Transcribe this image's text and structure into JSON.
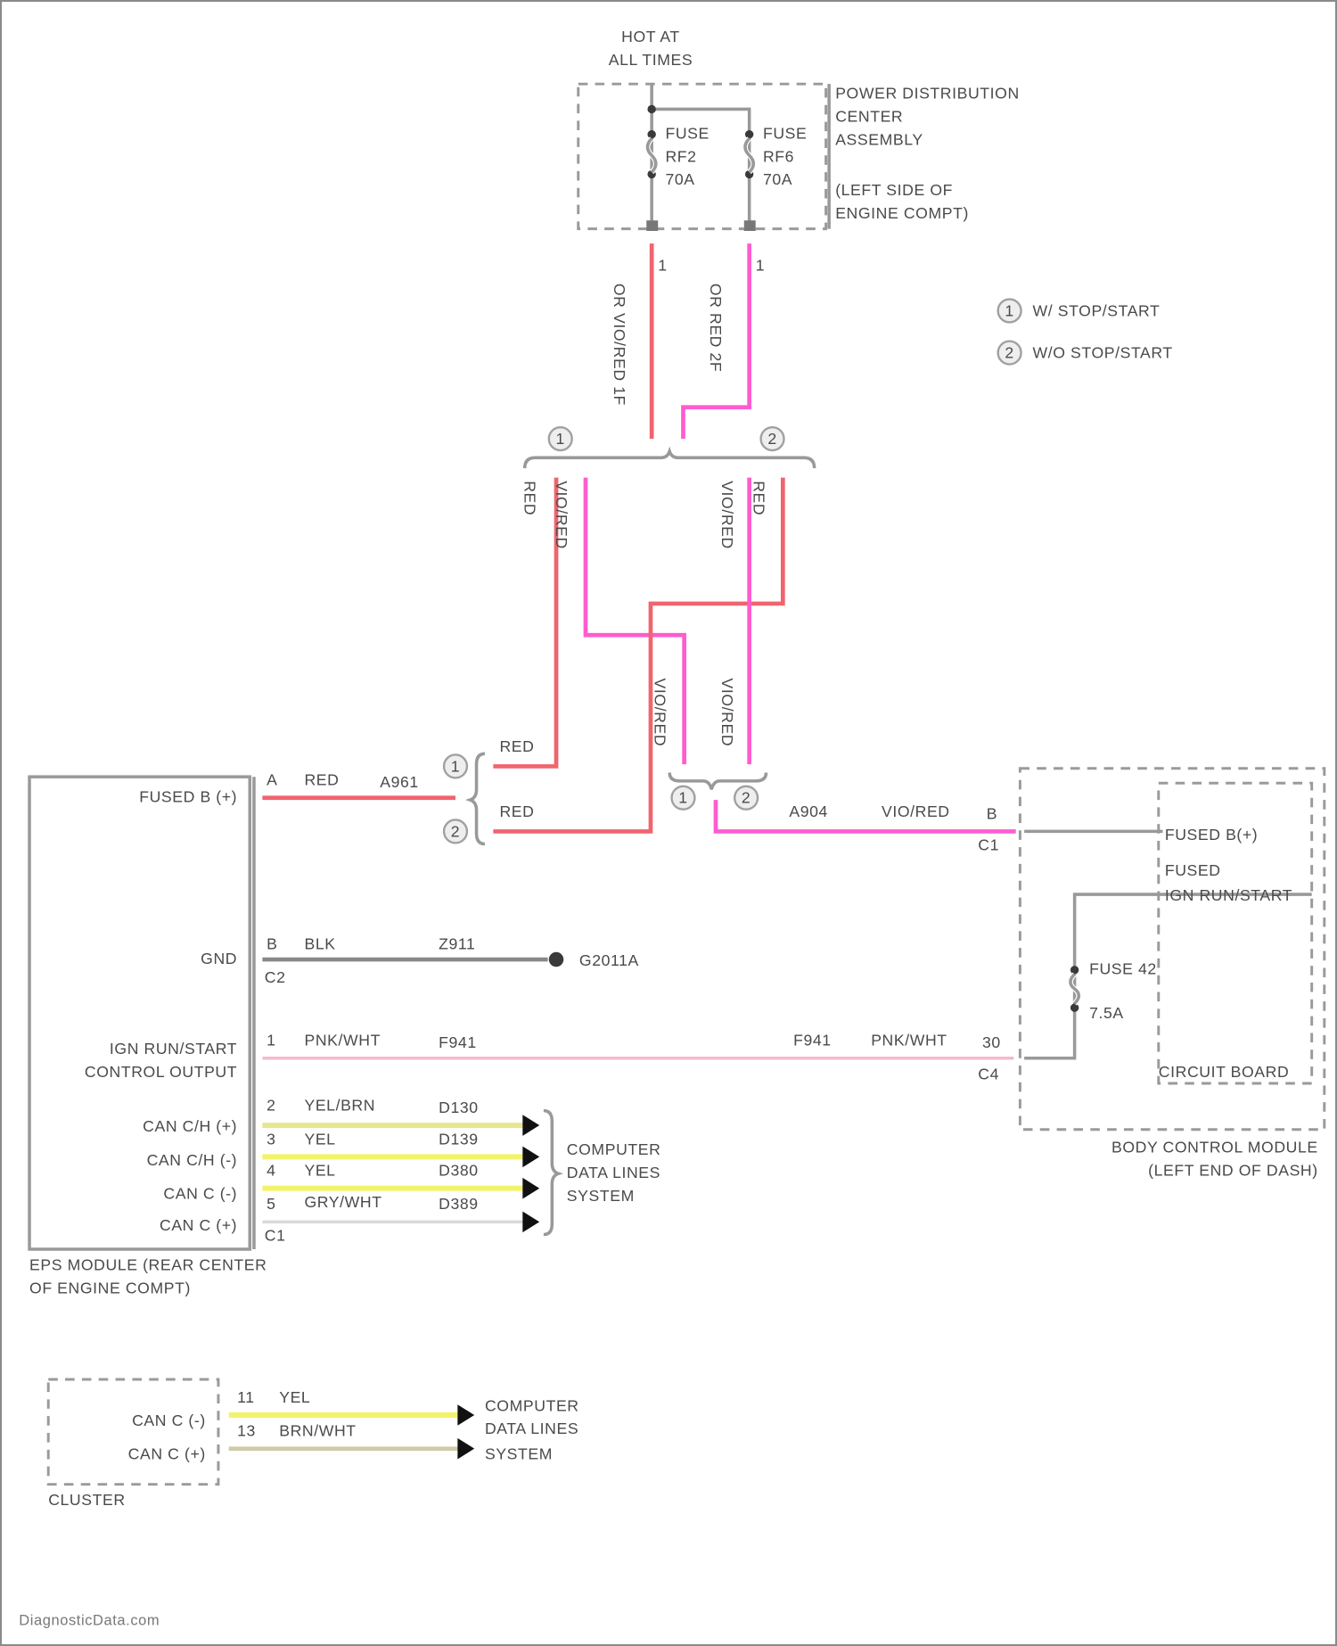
{
  "diagram": {
    "power_source": "HOT AT ALL TIMES",
    "power_source_lines": [
      "HOT AT",
      "ALL TIMES"
    ],
    "pdc": {
      "label_lines": [
        "POWER DISTRIBUTION",
        "CENTER",
        "ASSEMBLY",
        "(LEFT SIDE OF",
        "ENGINE COMPT)"
      ],
      "fuses": [
        {
          "lines": [
            "FUSE",
            "RF2",
            "70A"
          ],
          "pin": "1"
        },
        {
          "lines": [
            "FUSE",
            "RF6",
            "70A"
          ],
          "pin": "1"
        }
      ]
    },
    "legend": [
      {
        "symbol": "1",
        "label": "W/ STOP/START"
      },
      {
        "symbol": "2",
        "label": "W/O STOP/START"
      }
    ],
    "upper_wires": [
      {
        "color": "RED",
        "label": "OR VIO/RED 1F"
      },
      {
        "color": "VIO/RED",
        "label": "OR RED 2F"
      }
    ],
    "mid_wire_labels": [
      "RED",
      "VIO/RED",
      "VIO/RED",
      "RED",
      "VIO/RED",
      "VIO/RED"
    ],
    "eps_module": {
      "label_lines": [
        "EPS MODULE (REAR CENTER",
        "OF ENGINE COMPT)"
      ],
      "pins": [
        {
          "name": "FUSED B (+)",
          "pin": "A",
          "color": "RED",
          "circuit": "A961",
          "connector": ""
        },
        {
          "name": "GND",
          "pin": "B",
          "color": "BLK",
          "circuit": "Z911",
          "connector": "C2"
        },
        {
          "name_lines": [
            "IGN RUN/START",
            "CONTROL OUTPUT"
          ],
          "pin": "1",
          "color": "PNK/WHT",
          "circuit": "F941"
        },
        {
          "name": "CAN C/H (+)",
          "pin": "2",
          "color": "YEL/BRN",
          "circuit": "D130"
        },
        {
          "name": "CAN C/H (-)",
          "pin": "3",
          "color": "YEL",
          "circuit": "D139"
        },
        {
          "name": "CAN C (-)",
          "pin": "4",
          "color": "YEL",
          "circuit": "D380"
        },
        {
          "name": "CAN C (+)",
          "pin": "5",
          "color": "GRY/WHT",
          "circuit": "D389"
        }
      ],
      "can_connector": "C1"
    },
    "splice_wires": [
      {
        "label": "RED",
        "option": "1"
      },
      {
        "label": "RED",
        "option": "2"
      }
    ],
    "ground": "G2011A",
    "bcm_feed": {
      "circuit": "A904",
      "color": "VIO/RED",
      "pin": "B",
      "connector": "C1"
    },
    "bcm_ign": {
      "circuit": "F941",
      "color": "PNK/WHT",
      "pin": "30",
      "connector": "C4"
    },
    "bcm": {
      "label_lines": [
        "BODY CONTROL MODULE",
        "(LEFT END OF DASH)"
      ],
      "inner": [
        "FUSED B(+)",
        "FUSED",
        "IGN RUN/START"
      ],
      "fuse": [
        "FUSE 42",
        "7.5A"
      ],
      "board": "CIRCUIT BOARD"
    },
    "data_lines_lines": [
      "COMPUTER",
      "DATA LINES",
      "SYSTEM"
    ],
    "cluster": {
      "label": "CLUSTER",
      "pins": [
        {
          "name": "CAN C (-)",
          "pin": "11",
          "color": "YEL"
        },
        {
          "name": "CAN C (+)",
          "pin": "13",
          "color": "BRN/WHT"
        }
      ]
    },
    "watermark": "DiagnosticData.com"
  },
  "colors": {
    "red": "#f0646e",
    "vio_red": "#ff5ccf",
    "pnk_wht": "#f6b9cb",
    "yel": "#f3f36a",
    "gray": "#999999"
  }
}
